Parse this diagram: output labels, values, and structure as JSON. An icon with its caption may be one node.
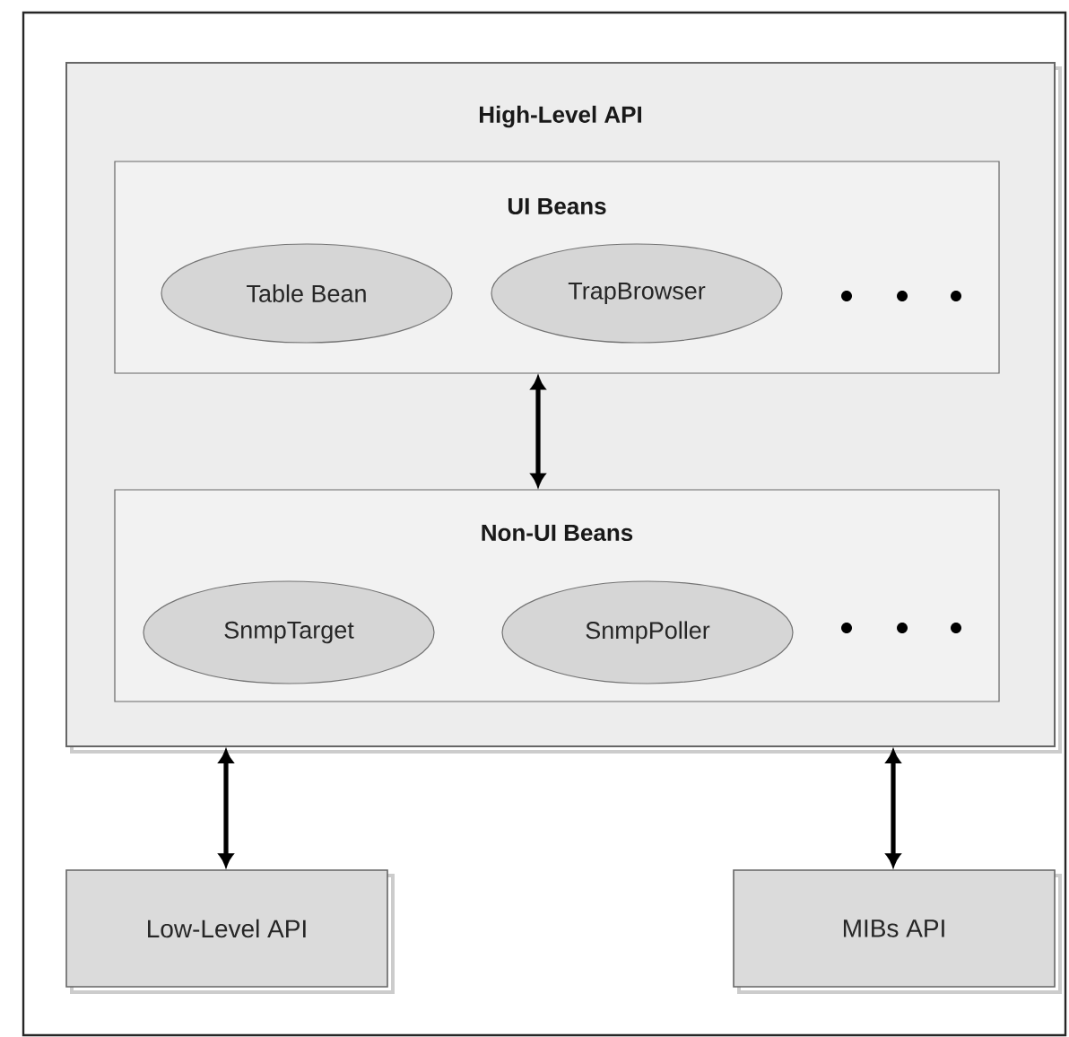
{
  "diagram": {
    "nodes": [
      {
        "text": [
          "High-Level API"
        ]
      },
      {
        "text": [
          "UI Beans"
        ],
        "in": 0
      },
      {
        "text": [
          "Table Bean"
        ],
        "in": 1
      },
      {
        "text": [
          "TrapBrowser"
        ],
        "in": 1
      },
      {
        "text": [
          "Non-UI Beans"
        ],
        "in": 0
      },
      {
        "text": [
          "SnmpTarget"
        ],
        "in": 4
      },
      {
        "text": [
          "SnmpPoller"
        ],
        "in": 4
      },
      {
        "text": [
          "Low-Level API"
        ]
      },
      {
        "text": [
          "MIBs API"
        ]
      }
    ],
    "edges": [
      {
        "from": 1,
        "to": 4,
        "arrow": "both"
      },
      {
        "from": 0,
        "to": 7,
        "arrow": "both"
      },
      {
        "from": 0,
        "to": 8,
        "arrow": "both"
      }
    ]
  }
}
